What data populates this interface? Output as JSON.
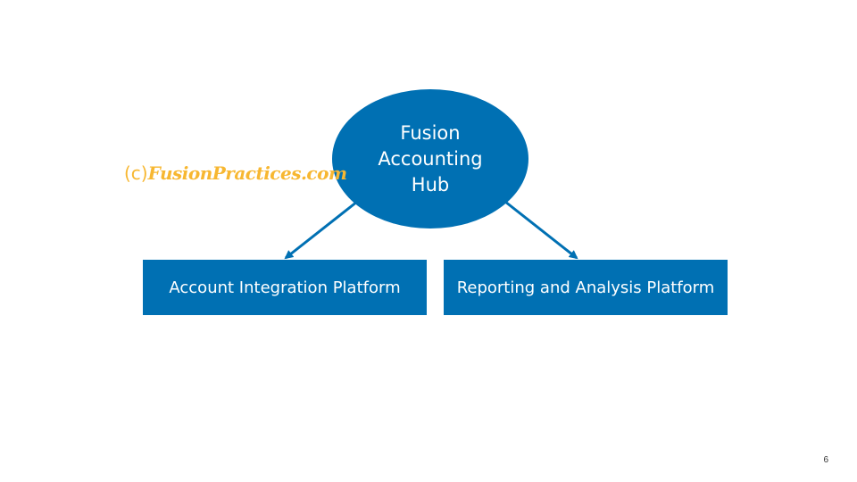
{
  "slide": {
    "hub_label": "Fusion Accounting Hub",
    "left_box_label": "Account Integration Platform",
    "right_box_label": "Reporting and Analysis Platform",
    "watermark_prefix": "(c)",
    "watermark_brand": "FusionPractices.com",
    "page_number": "6"
  },
  "colors": {
    "shape_fill": "#0070b3",
    "shape_text": "#ffffff",
    "watermark": "#f7b731",
    "connector": "#0070b3"
  }
}
